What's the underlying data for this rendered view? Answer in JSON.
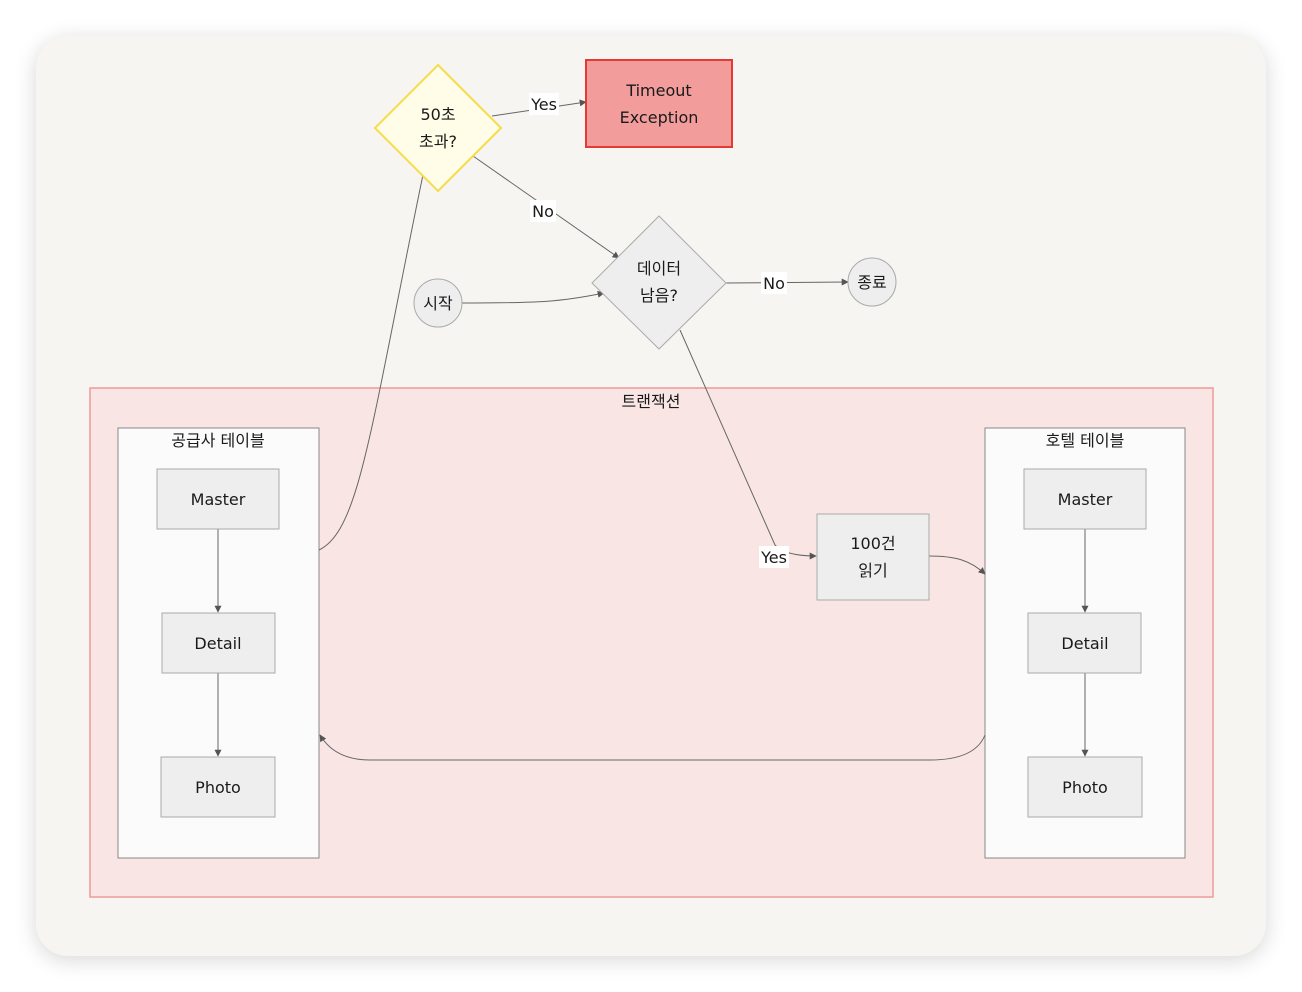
{
  "nodes": {
    "start": "시작",
    "end": "종료",
    "check_timeout": [
      "50초",
      "초과?"
    ],
    "timeout_exception": [
      "Timeout",
      "Exception"
    ],
    "data_remaining": [
      "데이터",
      "남음?"
    ],
    "read_100": [
      "100건",
      "읽기"
    ]
  },
  "edges": {
    "yes": "Yes",
    "no": "No"
  },
  "groups": {
    "transaction": "트랜잭션",
    "supplier_table": {
      "title": "공급사 테이블",
      "items": [
        "Master",
        "Detail",
        "Photo"
      ]
    },
    "hotel_table": {
      "title": "호텔 테이블",
      "items": [
        "Master",
        "Detail",
        "Photo"
      ]
    }
  },
  "colors": {
    "transaction_fill": "#fae5e5",
    "transaction_stroke": "#ef9a9a",
    "exception_fill": "#f29c9c",
    "exception_stroke": "#e53935",
    "timeout_diamond_fill": "#fffde7",
    "timeout_diamond_stroke": "#f5dc4c",
    "node_fill": "#eeeeee",
    "node_stroke": "#aaaaaa"
  }
}
